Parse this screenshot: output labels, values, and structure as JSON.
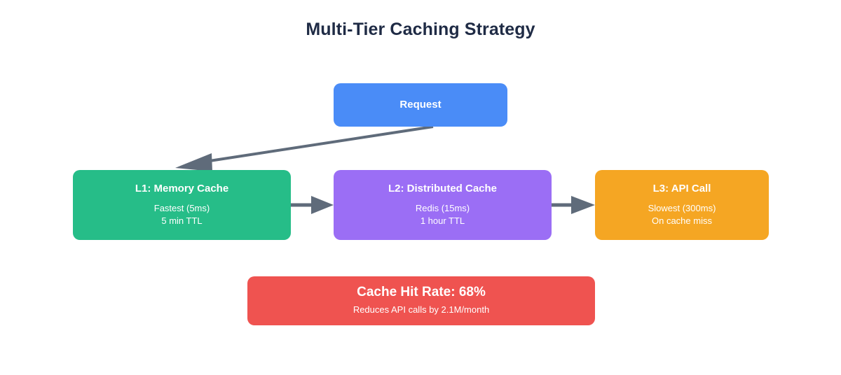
{
  "diagram": {
    "title": "Multi-Tier Caching Strategy",
    "background": "#ffffff",
    "title_color": "#1f2b45",
    "arrow_color": "#5f6b7a"
  },
  "nodes": {
    "request": {
      "label": "Request",
      "color": "#4a8cf7"
    },
    "l1": {
      "label": "L1: Memory Cache",
      "detail_line1": "Fastest (5ms)",
      "detail_line2": "5 min TTL",
      "color": "#26bd88"
    },
    "l2": {
      "label": "L2: Distributed Cache",
      "detail_line1": "Redis (15ms)",
      "detail_line2": "1 hour TTL",
      "color": "#9b6ef5"
    },
    "l3": {
      "label": "L3: API Call",
      "detail_line1": "Slowest (300ms)",
      "detail_line2": "On cache miss",
      "color": "#f5a623"
    },
    "summary": {
      "label": "Cache Hit Rate: 68%",
      "detail_line1": "Reduces API calls by 2.1M/month",
      "color": "#ef5350"
    }
  },
  "edges": [
    {
      "name": "request-to-l1",
      "from": "request",
      "to": "l1"
    },
    {
      "name": "l1-to-l2",
      "from": "l1",
      "to": "l2"
    },
    {
      "name": "l2-to-l3",
      "from": "l2",
      "to": "l3"
    }
  ]
}
